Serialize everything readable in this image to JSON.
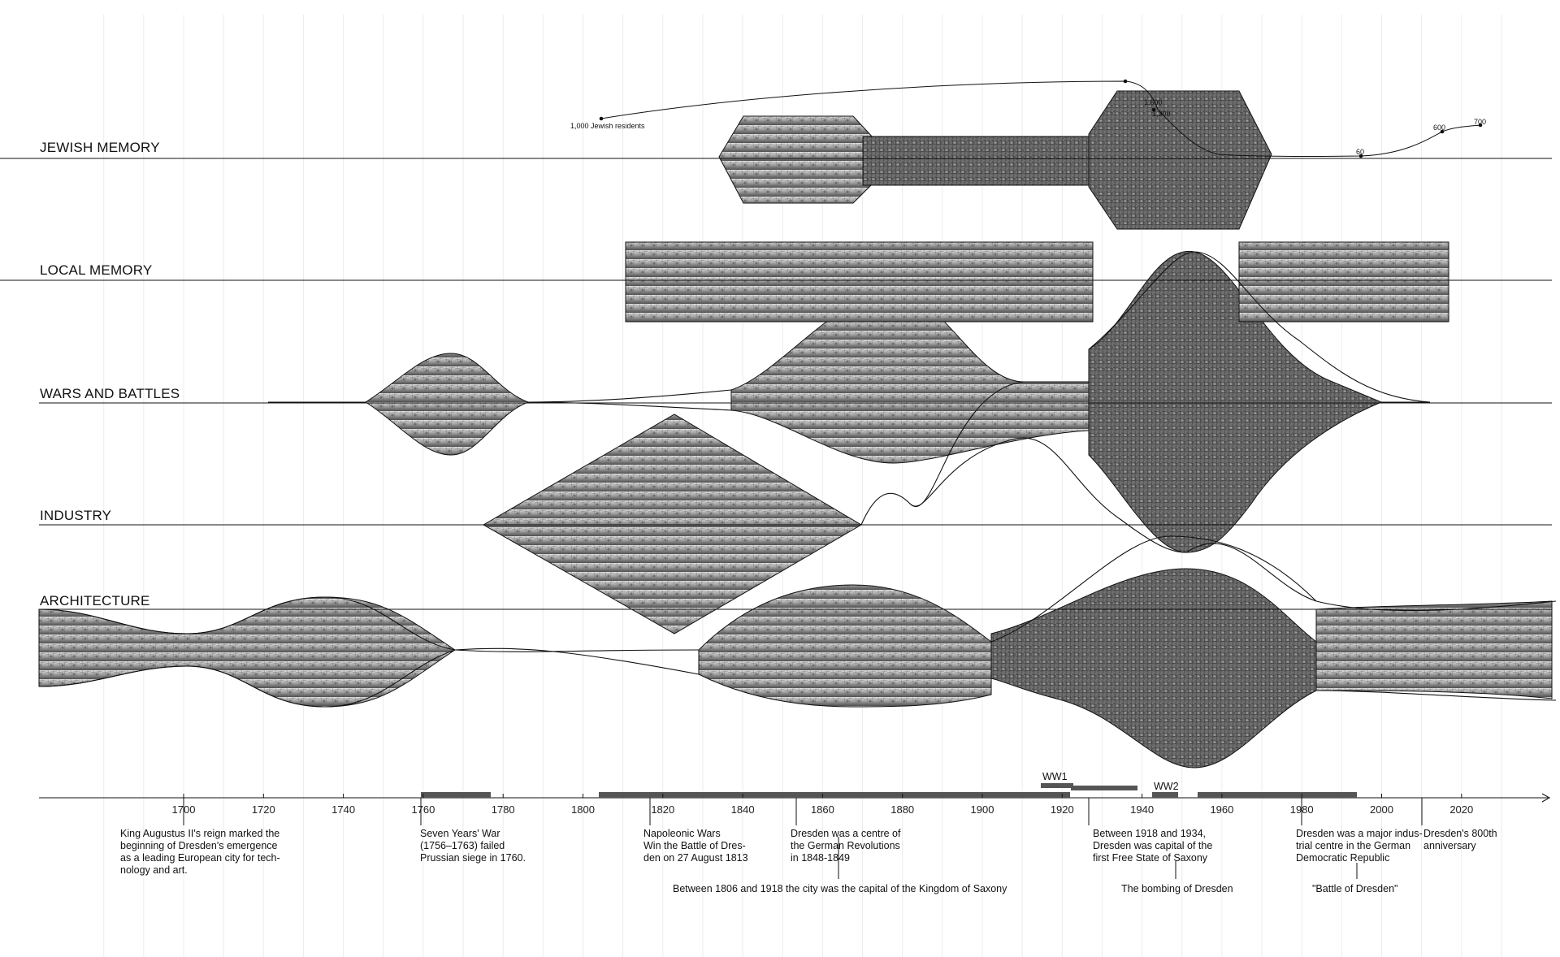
{
  "lanes": [
    {
      "id": "jewish",
      "label": "JEWISH MEMORY"
    },
    {
      "id": "local",
      "label": "LOCAL MEMORY"
    },
    {
      "id": "wars",
      "label": "WARS AND BATTLES"
    },
    {
      "id": "industry",
      "label": "INDUSTRY"
    },
    {
      "id": "architecture",
      "label": "ARCHITECTURE"
    }
  ],
  "axis": {
    "ticks": [
      "1700",
      "1720",
      "1740",
      "1760",
      "1780",
      "1800",
      "1820",
      "1840",
      "1860",
      "1880",
      "1900",
      "1920",
      "1940",
      "1960",
      "1980",
      "2000",
      "2020"
    ]
  },
  "jewish_population_labels": {
    "start": "1,000 Jewish residents",
    "peak_a": "1,600",
    "peak_b": "1,300",
    "low": "60",
    "mid": "600",
    "end": "700"
  },
  "war_labels": {
    "ww1": "WW1",
    "ww2": "WW2"
  },
  "events": [
    {
      "id": "augustus",
      "lines": [
        "King Augustus II's reign marked the",
        "beginning of Dresden's emergence",
        "as a leading European city for tech-",
        "nology and art."
      ]
    },
    {
      "id": "seven-years",
      "lines": [
        "Seven Years' War",
        "(1756–1763) failed",
        "Prussian siege in 1760."
      ]
    },
    {
      "id": "napoleonic",
      "lines": [
        "Napoleonic Wars",
        "Win the Battle of Dres-",
        "den on 27 August 1813"
      ]
    },
    {
      "id": "revolutions",
      "lines": [
        "Dresden was a centre of",
        "the German Revolutions",
        "in 1848-1849"
      ]
    },
    {
      "id": "kingdom",
      "lines": [
        "Between 1806 and 1918 the city was the capital of the Kingdom of Saxony"
      ]
    },
    {
      "id": "free-state",
      "lines": [
        "Between 1918 and 1934,",
        "Dresden was capital of the",
        "first Free State of Saxony"
      ]
    },
    {
      "id": "bombing",
      "lines": [
        "The bombing of Dresden"
      ]
    },
    {
      "id": "gdr",
      "lines": [
        "Dresden was a major indus-",
        "trial centre in the German",
        "Democratic Republic"
      ]
    },
    {
      "id": "battle-quote",
      "lines": [
        "\"Battle of Dresden\""
      ]
    },
    {
      "id": "anniversary",
      "lines": [
        "Dresden's 800th",
        "anniversary"
      ]
    }
  ],
  "colors": {
    "ink": "#111111",
    "grid": "#e6e6e6",
    "bar": "#555555",
    "photo_dark": "#4a4a4a",
    "photo_light": "#bdbdbd"
  }
}
